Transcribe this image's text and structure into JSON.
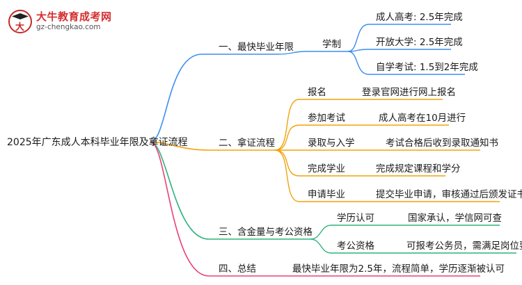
{
  "brand": {
    "logo_icon": "graduation-ox-icon",
    "title": "大牛教育成考网",
    "url": "gz-chengkao.com"
  },
  "root": "2025年广东成人本科毕业年限及拿证流程",
  "branches": [
    {
      "label": "一、最快毕业年限",
      "color": "#3b8ef0",
      "groups": [
        {
          "label": "学制",
          "items": [
            "成人高考: 2.5年完成",
            "开放大学: 2.5年完成",
            "自学考试: 1.5到2年完成"
          ]
        }
      ]
    },
    {
      "label": "二、拿证流程",
      "color": "#f0a30a",
      "steps": [
        {
          "label": "报名",
          "detail": "登录官网进行网上报名"
        },
        {
          "label": "参加考试",
          "detail": "成人高考在10月进行"
        },
        {
          "label": "录取与入学",
          "detail": "考试合格后收到录取通知书"
        },
        {
          "label": "完成学业",
          "detail": "完成规定课程和学分"
        },
        {
          "label": "申请毕业",
          "detail": "提交毕业申请，审核通过后颁发证书"
        }
      ]
    },
    {
      "label": "三、含金量与考公资格",
      "color": "#2cb37a",
      "steps": [
        {
          "label": "学历认可",
          "detail": "国家承认，学信网可查"
        },
        {
          "label": "考公资格",
          "detail": "可报考公务员，需满足岗位要求"
        }
      ]
    },
    {
      "label": "四、总结",
      "color": "#e8407a",
      "summary": "最快毕业年限为2.5年，流程简单，学历逐渐被认可"
    }
  ]
}
